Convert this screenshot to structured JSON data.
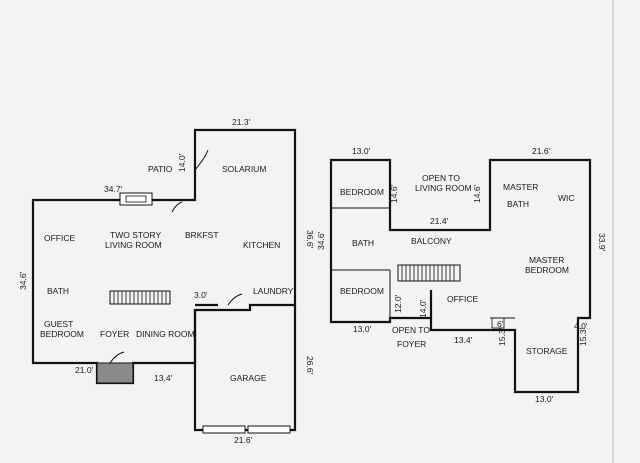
{
  "first_floor": {
    "rooms": {
      "patio": "PATIO",
      "solarium": "SOLARIUM",
      "office": "OFFICE",
      "two_story": "TWO STORY",
      "living_room": "LIVING ROOM",
      "brkfst": "BRKFST",
      "kitchen": "KITCHEN",
      "bath": "BATH",
      "laundry": "LAUNDRY",
      "guest": "GUEST",
      "bedroom": "BEDROOM",
      "foyer": "FOYER",
      "dining_room": "DINING ROOM",
      "garage": "GARAGE"
    },
    "dimensions": {
      "top_width": "21.3'",
      "patio_depth": "14.0'",
      "patio_width": "34.7'",
      "right_depth": "36.6'",
      "left_depth": "34.6'",
      "small": "3.0'",
      "front_porch": "21.0'",
      "front_right": "13.4'",
      "garage_depth": "26.6'",
      "garage_width": "21.6'"
    }
  },
  "second_floor": {
    "rooms": {
      "bedroom_top": "BEDROOM",
      "open_to": "OPEN TO",
      "living_room": "LIVING ROOM",
      "master": "MASTER",
      "master_bath": "BATH",
      "wic": "WIC",
      "bath": "BATH",
      "balcony": "BALCONY",
      "master2": "MASTER",
      "master_bedroom": "BEDROOM",
      "bedroom_bottom": "BEDROOM",
      "office": "OFFICE",
      "open_to_foyer_1": "OPEN TO",
      "open_to_foyer_2": "FOYER",
      "storage": "STORAGE"
    },
    "dimensions": {
      "bedroom_width": "13.0'",
      "left_depth": "34.6'",
      "open_left": "14.6'",
      "open_right": "14.6'",
      "open_width": "21.4'",
      "master_width": "21.6'",
      "right_depth": "33.9'",
      "stair_depth": "12.0'",
      "office_depth": "14.0'",
      "bottom_left": "13.0'",
      "office_width": "13.4'",
      "closet": "4.0'",
      "small_6": "6'",
      "storage_left": "15.3'",
      "storage_right": "15.3'",
      "storage_width": "13.0'"
    }
  }
}
